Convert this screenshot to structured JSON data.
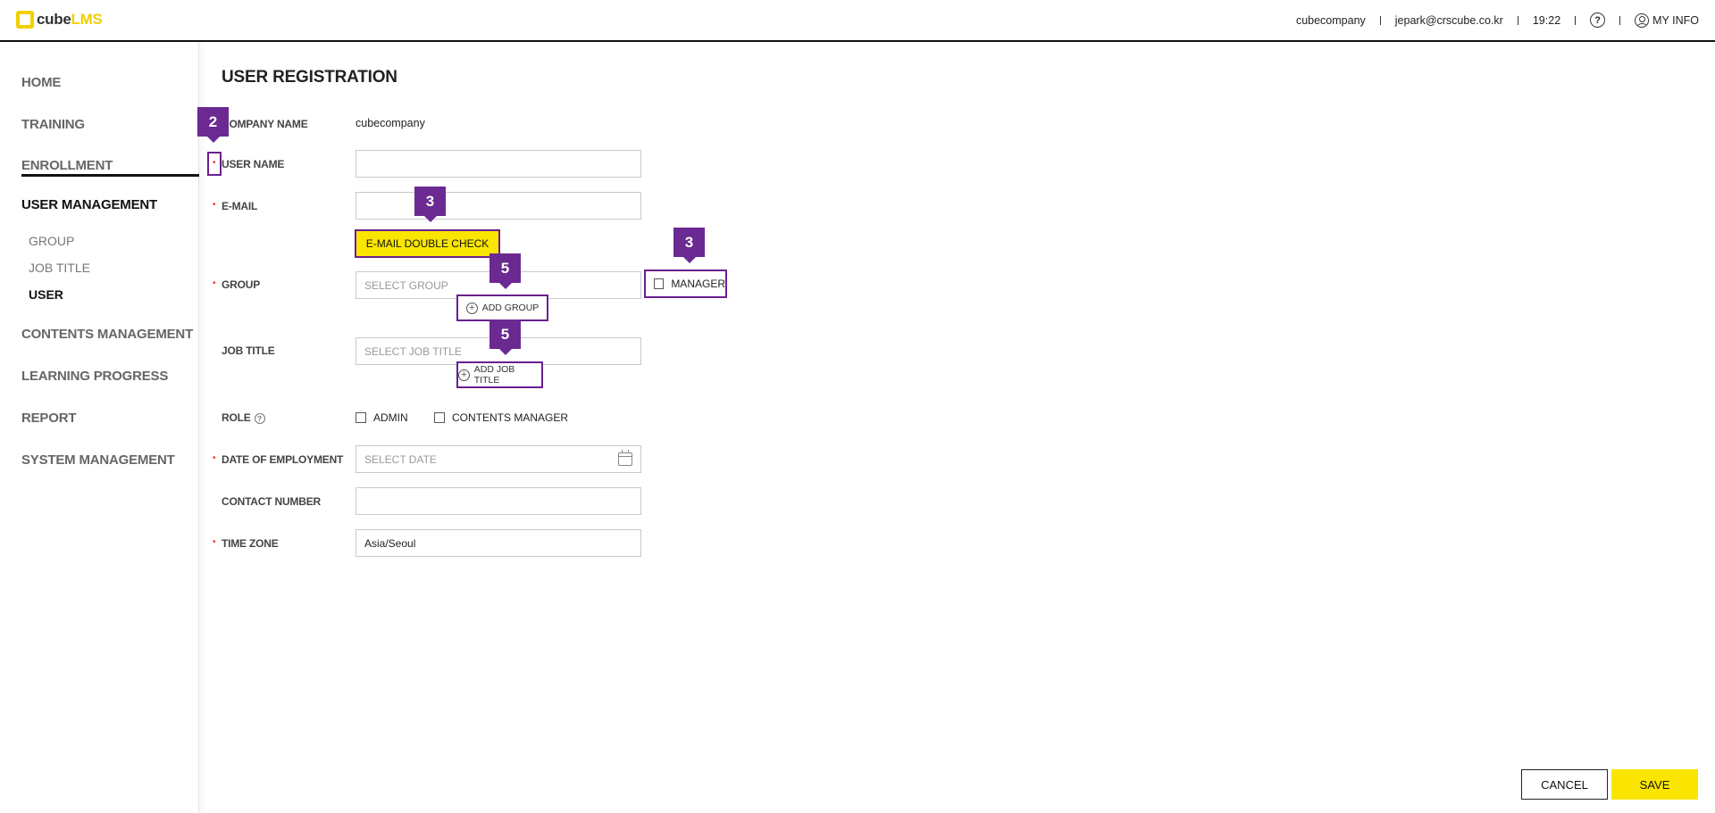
{
  "header": {
    "logo_cube": "cube",
    "logo_lms": "LMS",
    "company": "cubecompany",
    "email": "jepark@crscube.co.kr",
    "time": "19:22",
    "help_icon": "?",
    "my_info": "MY INFO"
  },
  "sidebar": {
    "items": [
      {
        "label": "HOME"
      },
      {
        "label": "TRAINING"
      },
      {
        "label": "ENROLLMENT"
      },
      {
        "label": "USER MANAGEMENT"
      },
      {
        "label": "CONTENTS MANAGEMENT"
      },
      {
        "label": "LEARNING PROGRESS"
      },
      {
        "label": "REPORT"
      },
      {
        "label": "SYSTEM MANAGEMENT"
      }
    ],
    "sub_items": [
      {
        "label": "GROUP"
      },
      {
        "label": "JOB TITLE"
      },
      {
        "label": "USER"
      }
    ]
  },
  "form": {
    "title": "USER REGISTRATION",
    "company_label": "COMPANY NAME",
    "company_value": "cubecompany",
    "required_mark": "•",
    "user_name_label": "USER NAME",
    "user_name_value": "",
    "email_label": "E-MAIL",
    "email_value": "",
    "email_check_button": "E-MAIL DOUBLE CHECK",
    "group_label": "GROUP",
    "group_placeholder": "SELECT GROUP",
    "manager_label": "MANAGER",
    "add_group_button": "ADD GROUP",
    "job_title_label": "JOB TITLE",
    "job_title_placeholder": "SELECT JOB TITLE",
    "add_job_title_button": "ADD JOB TITLE",
    "role_label": "ROLE",
    "role_help": "?",
    "role_options": [
      "ADMIN",
      "CONTENTS MANAGER"
    ],
    "doe_label": "DATE OF EMPLOYMENT",
    "doe_placeholder": "SELECT DATE",
    "contact_label": "CONTACT NUMBER",
    "contact_value": "",
    "timezone_label": "TIME ZONE",
    "timezone_value": "Asia/Seoul",
    "plus_glyph": "+"
  },
  "callouts": {
    "user_name_marker": "2",
    "email_check": "3",
    "manager": "3",
    "add_group": "5",
    "add_job_title": "5"
  },
  "footer": {
    "cancel": "CANCEL",
    "save": "SAVE"
  }
}
